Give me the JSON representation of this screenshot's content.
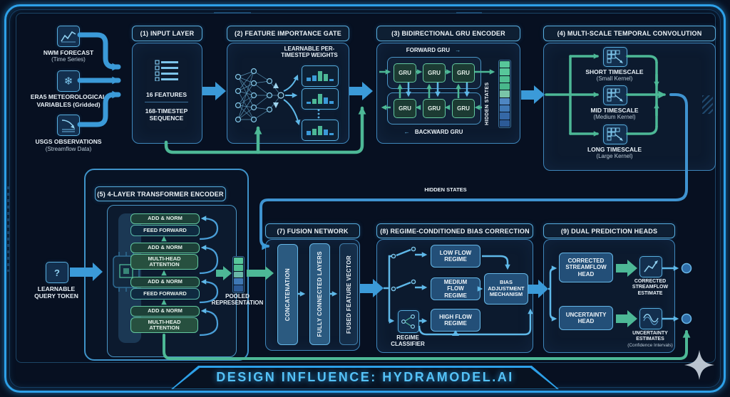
{
  "banner": {
    "text": "DESIGN INFLUENCE: HYDRAMODEL.AI"
  },
  "colors": {
    "accent_blue": "#3b9ad8",
    "accent_green": "#4db896",
    "neon": "#2da0e8"
  },
  "inputs": [
    {
      "label": "NWM FORECAST",
      "sub": "(Time Series)",
      "icon": "line-chart-icon"
    },
    {
      "label": "ERA5 METEOROLOGICAL",
      "sub": "VARIABLES (Gridded)",
      "icon": "snowflake-icon",
      "glyph": "❄"
    },
    {
      "label": "USGS OBSERVATIONS",
      "sub": "(Streamflow Data)",
      "icon": "declining-chart-icon"
    }
  ],
  "s1": {
    "title": "(1) INPUT LAYER",
    "features": "16 FEATURES",
    "sequence": "168-TIMESTEP SEQUENCE"
  },
  "s2": {
    "title": "(2) FEATURE IMPORTANCE GATE",
    "weights_label": "LEARNABLE PER-TIMESTEP WEIGHTS"
  },
  "s3": {
    "title": "(3) BIDIRECTIONAL GRU ENCODER",
    "forward_label": "FORWARD GRU",
    "forward_arrow": "→",
    "backward_label": "BACKWARD GRU",
    "backward_arrow": "←",
    "cell": "GRU",
    "hidden_label": "HIDDEN STATES"
  },
  "s4": {
    "title": "(4) MULTI-SCALE TEMPORAL CONVOLUTION",
    "scales": [
      {
        "label": "SHORT TIMESCALE",
        "sub": "(Small Kernel)"
      },
      {
        "label": "MID TIMESCALE",
        "sub": "(Medium Kernel)"
      },
      {
        "label": "LONG TIMESCALE",
        "sub": "(Large Kernel)"
      }
    ]
  },
  "s5": {
    "title": "(5) 4-LAYER TRANSFORMER ENCODER",
    "stack": [
      "ADD & NORM",
      "FEED FORWARD",
      "ADD & NORM",
      "MULTI-HEAD ATTENTION",
      "ADD & NORM",
      "FEED FORWARD",
      "ADD & NORM",
      "MULTI-HEAD ATTENTION"
    ]
  },
  "query": {
    "glyph": "?",
    "label": "LEARNABLE QUERY TOKEN"
  },
  "pooled": {
    "label": "POOLED REPRESENTATION"
  },
  "flow": {
    "hidden_states_label": "HIDDEN STATES"
  },
  "s7": {
    "title": "(7) FUSION NETWORK",
    "bars": [
      "CONCATENATION",
      "FULLY CONNECTED LAYERS",
      "FUSED FEATURE VECTOR"
    ]
  },
  "s8": {
    "title": "(8) REGIME-CONDITIONED BIAS CORRECTION",
    "regimes": [
      "LOW FLOW REGIME",
      "MEDIUM FLOW REGIME",
      "HIGH FLOW REGIME"
    ],
    "bias_label": "BIAS ADJUSTMENT MECHANISM",
    "classifier_label": "REGIME CLASSIFIER"
  },
  "s9": {
    "title": "(9) DUAL PREDICTION HEADS",
    "heads": [
      {
        "label": "CORRECTED STREAMFLOW HEAD",
        "output": "CORRECTED STREAMFLOW ESTIMATE"
      },
      {
        "label": "UNCERTAINTY HEAD",
        "output": "UNCERTAINTY ESTIMATES",
        "output_sub": "(Confidence Intervals)"
      }
    ]
  }
}
